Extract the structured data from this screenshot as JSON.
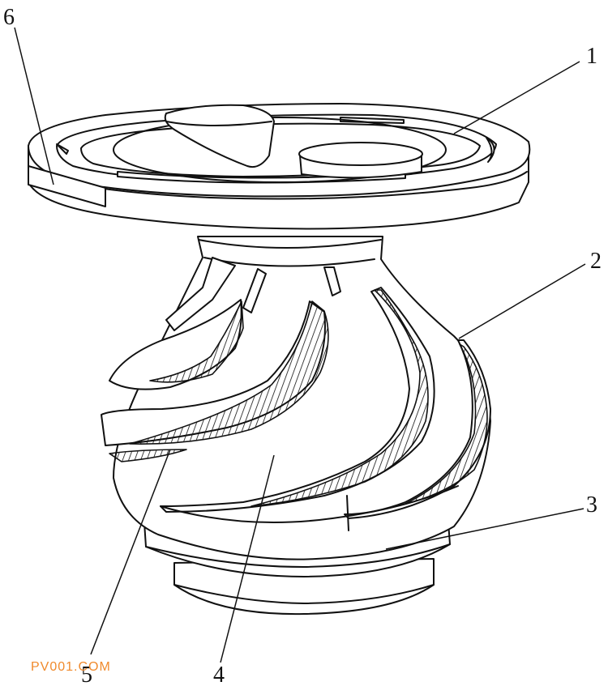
{
  "figure": {
    "callouts": [
      {
        "id": "1",
        "text": "1"
      },
      {
        "id": "2",
        "text": "2"
      },
      {
        "id": "3",
        "text": "3"
      },
      {
        "id": "4",
        "text": "4"
      },
      {
        "id": "5",
        "text": "5"
      },
      {
        "id": "6",
        "text": "6"
      }
    ],
    "watermark": "PV001.COM"
  }
}
